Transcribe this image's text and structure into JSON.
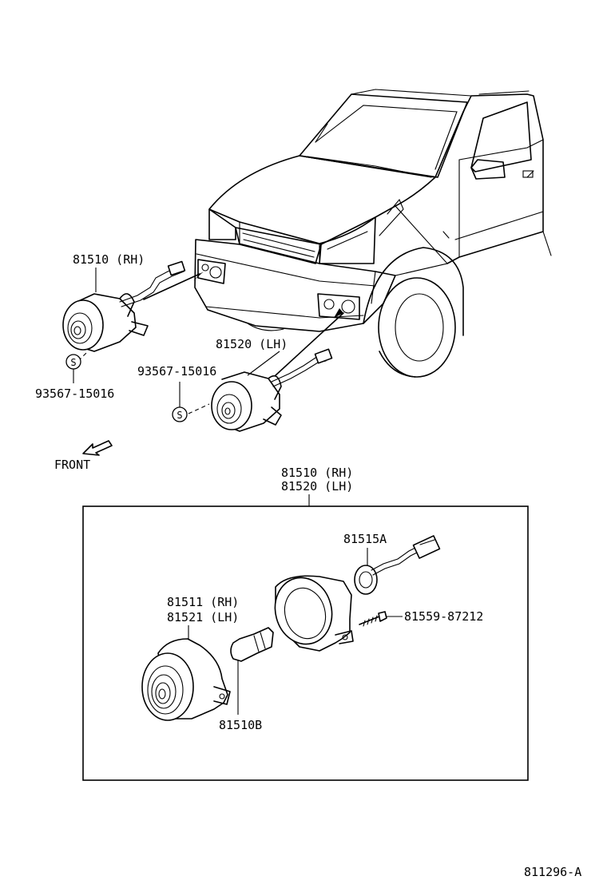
{
  "labels": {
    "rh_assembly_top": "81510 (RH)",
    "lh_assembly_top": "81520 (LH)",
    "screw_left": "93567-15016",
    "screw_center": "93567-15016",
    "screw_symbol": "S",
    "front": "FRONT",
    "box_header_rh": "81510 (RH)",
    "box_header_lh": "81520 (LH)",
    "grommet": "81515A",
    "bolt": "81559-87212",
    "lens_rh": "81511 (RH)",
    "lens_lh": "81521 (LH)",
    "bulb": "81510B",
    "figure_code": "811296-A"
  }
}
